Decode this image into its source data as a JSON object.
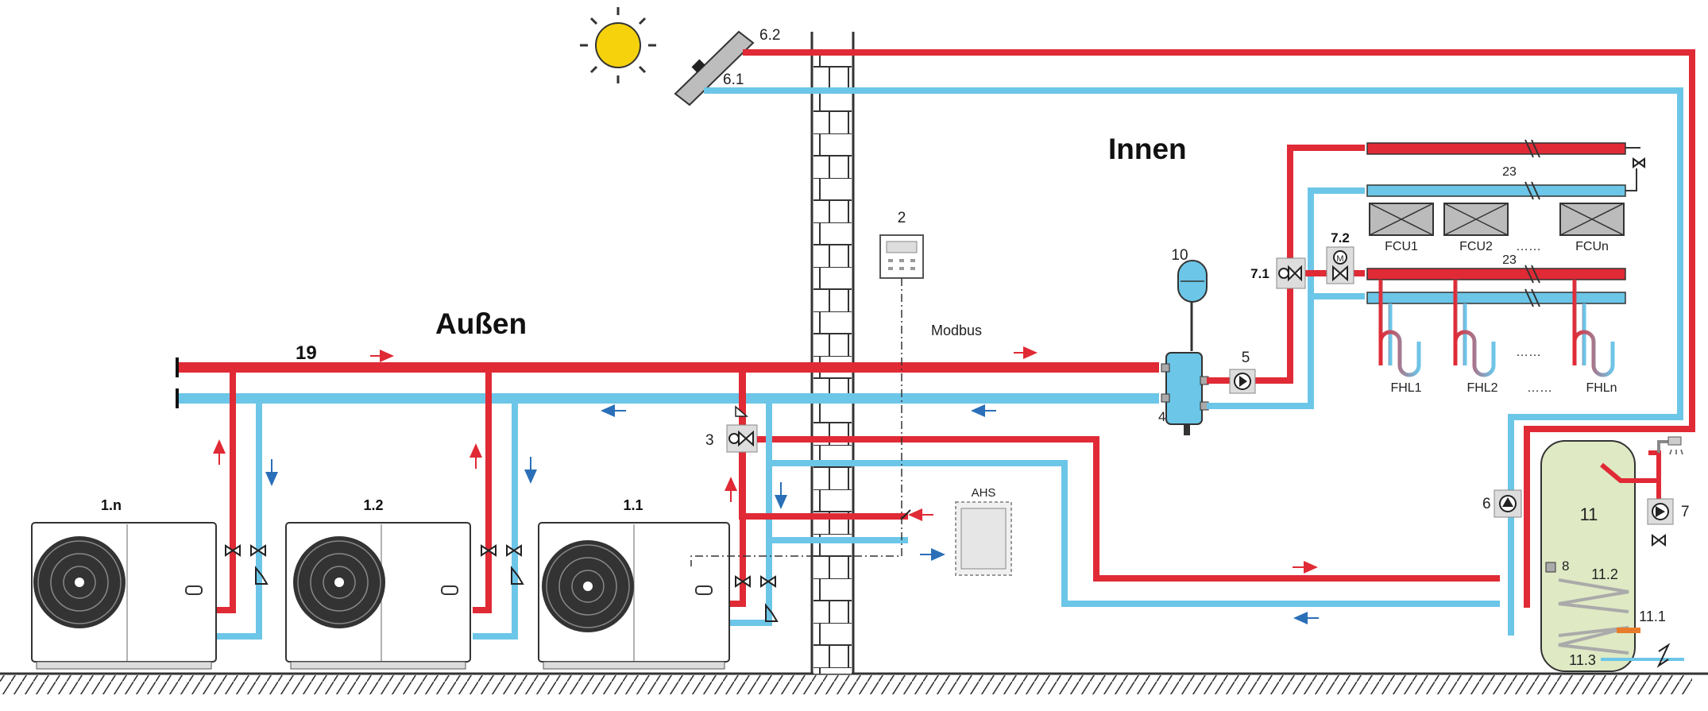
{
  "zones": {
    "outside": "Außen",
    "inside": "Innen"
  },
  "labels": {
    "solar_supply": "6.2",
    "solar_return": "6.1",
    "controller": "2",
    "modbus": "Modbus",
    "main_line": "19",
    "unit_n": "1.n",
    "unit_2": "1.2",
    "unit_1": "1.1",
    "valve_3": "3",
    "ahs": "AHS",
    "tank_10": "10",
    "buffer_4": "4",
    "pump_5": "5",
    "valve_71": "7.1",
    "valve_72": "7.2",
    "pump_6": "6",
    "dhw_tank": "11",
    "coil_112": "11.2",
    "coil_111": "11.1",
    "coil_113": "11.3",
    "sensor_8": "8",
    "pump_7": "7",
    "manifold_top": "23",
    "manifold_bottom": "23",
    "fcu1": "FCU1",
    "fcu2": "FCU2",
    "fcun": "FCUn",
    "fcu_dots": "……",
    "fhl1": "FHL1",
    "fhl2": "FHL2",
    "fhln": "FHLn",
    "fhl_dots": "……"
  },
  "colors": {
    "supply": "#e02a35",
    "return": "#6cc6e8",
    "arrow_red": "#e02a35",
    "arrow_blue": "#2a6fb8",
    "tank_fill": "#dfe9c4",
    "sun": "#f5d20c"
  },
  "icons": [
    "sun-icon",
    "solar-panel-icon",
    "controller-icon",
    "fan-icon",
    "pump-icon",
    "three-way-valve-icon",
    "ball-valve-icon",
    "expansion-tank-icon",
    "shower-icon"
  ]
}
